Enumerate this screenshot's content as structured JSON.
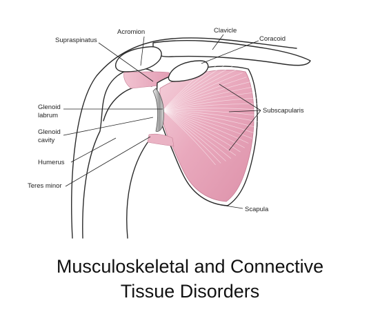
{
  "labels": {
    "acromion": "Acromion",
    "supraspinatus": "Supraspinatus",
    "clavicle": "Clavicle",
    "coracoid": "Coracoid",
    "glenoid_labrum_line1": "Glenoid",
    "glenoid_labrum_line2": "labrum",
    "subscapularis": "Subscapularis",
    "glenoid_cavity_line1": "Glenoid",
    "glenoid_cavity_line2": "cavity",
    "humerus": "Humerus",
    "teres_minor": "Teres minor",
    "scapula": "Scapula"
  },
  "caption": {
    "line1": "Musculoskeletal and Connective",
    "line2": "Tissue Disorders"
  },
  "colors": {
    "muscle": "#e8a9bd",
    "muscle_dark": "#d98aa3",
    "outline": "#2a2a2a",
    "glenoid": "#bbbbbb"
  }
}
